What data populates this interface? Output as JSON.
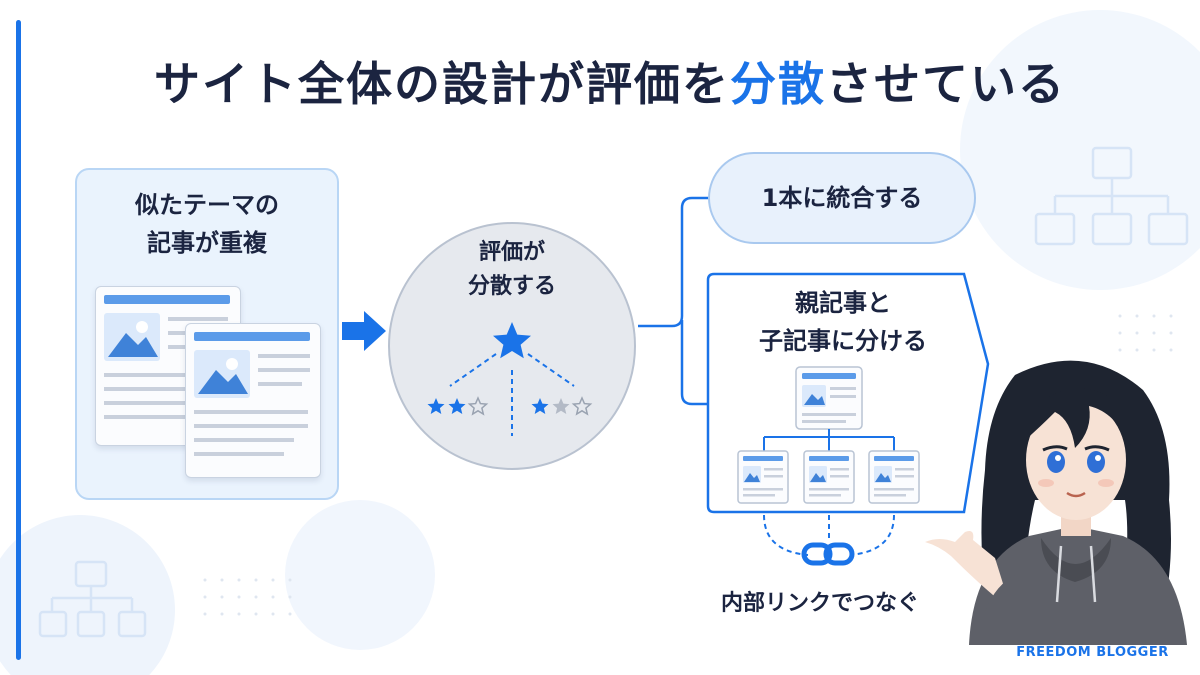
{
  "title": {
    "before": "サイト全体の設計が評価を",
    "accent": "分散",
    "after": "させている"
  },
  "left_panel": {
    "line1": "似たテーマの",
    "line2": "記事が重複"
  },
  "center": {
    "line1": "評価が",
    "line2": "分散する"
  },
  "option_merge": {
    "label": "1本に統合する"
  },
  "option_split": {
    "line1": "親記事と",
    "line2": "子記事に分ける"
  },
  "internal_link": {
    "label": "内部リンクでつなぐ"
  },
  "brand": "FREEDOM BLOGGER",
  "colors": {
    "accent": "#1a73e8",
    "text": "#1b2440",
    "panel": "#eaf3fd",
    "gray_star": "#b3bac6"
  },
  "icons": [
    "star-icon",
    "image-icon",
    "link-chain-icon",
    "sitemap-icon",
    "arrow-right-icon"
  ]
}
